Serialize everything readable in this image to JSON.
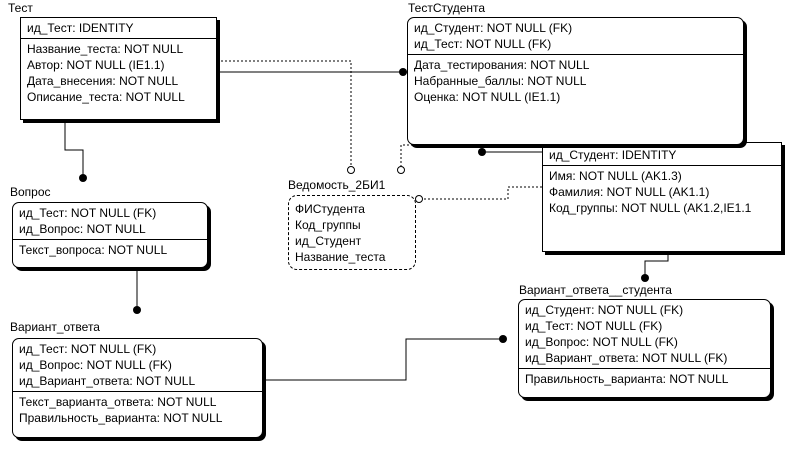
{
  "entities": {
    "test": {
      "title": "Тест",
      "key": [
        "ид_Тест: IDENTITY"
      ],
      "attrs": [
        "Название_теста: NOT NULL",
        "Автор: NOT NULL (IE1.1)",
        "Дата_внесения: NOT NULL",
        "Описание_теста: NOT NULL"
      ]
    },
    "test_student": {
      "title": "ТестСтудента",
      "key": [
        "ид_Студент: NOT NULL (FK)",
        "ид_Тест: NOT NULL (FK)"
      ],
      "attrs": [
        "Дата_тестирования: NOT NULL",
        "Набранные_баллы: NOT NULL",
        "Оценка: NOT NULL (IE1.1)"
      ]
    },
    "student": {
      "title": "",
      "key": [
        "ид_Студент: IDENTITY"
      ],
      "attrs": [
        "Имя: NOT NULL (AK1.3)",
        "Фамилия: NOT NULL (AK1.1)",
        "Код_группы: NOT NULL (AK1.2,IE1.1"
      ]
    },
    "question": {
      "title": "Вопрос",
      "key": [
        "ид_Тест: NOT NULL (FK)",
        "ид_Вопрос: NOT NULL"
      ],
      "attrs": [
        "Текст_вопроса: NOT NULL"
      ]
    },
    "answer_variant": {
      "title": "Вариант_ответа",
      "key": [
        "ид_Тест: NOT NULL (FK)",
        "ид_Вопрос: NOT NULL (FK)",
        "ид_Вариант_ответа: NOT NULL"
      ],
      "attrs": [
        "Текст_варианта_ответа: NOT NULL",
        "Правильность_варианта: NOT NULL"
      ]
    },
    "student_answer": {
      "title": "Вариант_ответа__студента",
      "key": [
        "ид_Студент: NOT NULL (FK)",
        "ид_Тест: NOT NULL (FK)",
        "ид_Вопрос: NOT NULL (FK)",
        "ид_Вариант_ответа: NOT NULL (FK)"
      ],
      "attrs": [
        "Правильность_варианта: NOT NULL"
      ]
    }
  },
  "view": {
    "title": "Ведомость_2БИ1",
    "columns": [
      "ФИСтудента",
      "Код_группы",
      "ид_Студент",
      "Название_теста"
    ]
  },
  "colors": {
    "line": "#000000",
    "background": "#ffffff"
  }
}
